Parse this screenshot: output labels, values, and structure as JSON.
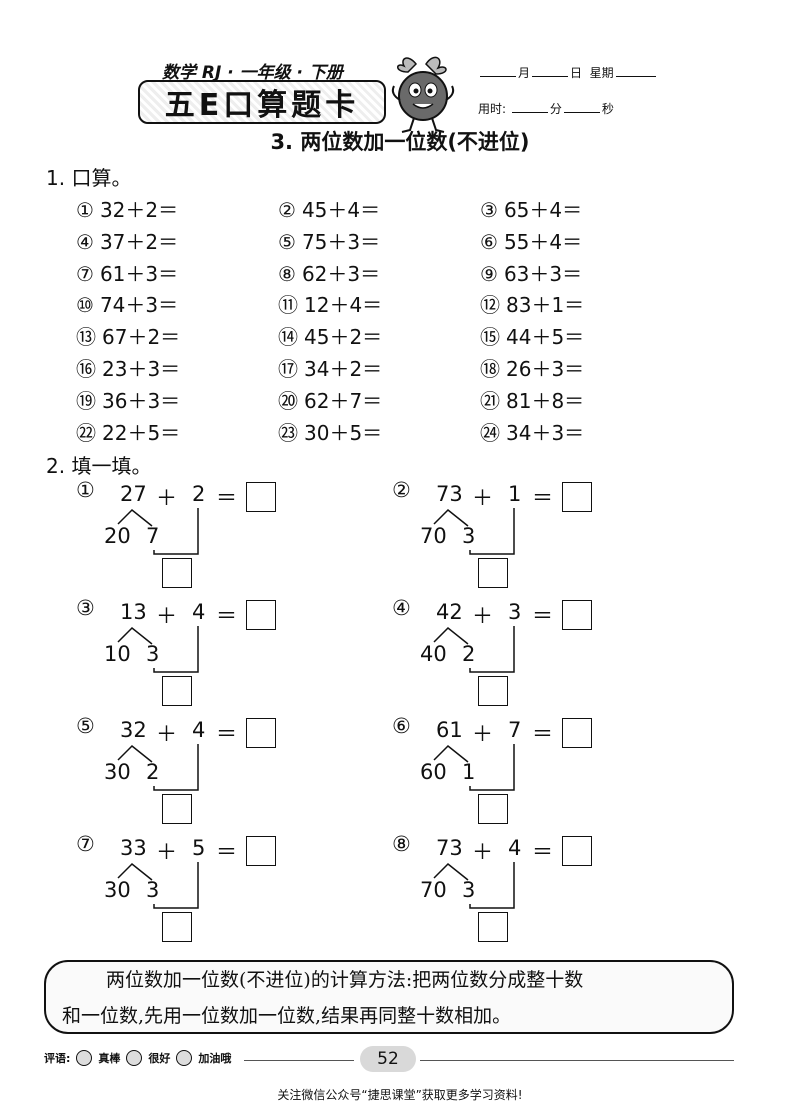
{
  "header": {
    "subtitle": "数学 RJ · 一年级 · 下册",
    "card_title": "五E口算题卡",
    "date_month": "月",
    "date_day": "日",
    "date_week": "星期",
    "time_label": "用时:",
    "time_min": "分",
    "time_sec": "秒",
    "lesson_title": "3. 两位数加一位数(不进位)"
  },
  "section1": {
    "label": "1. 口算。",
    "problems": [
      {
        "n": "①",
        "expr": "32＋2＝"
      },
      {
        "n": "②",
        "expr": "45＋4＝"
      },
      {
        "n": "③",
        "expr": "65＋4＝"
      },
      {
        "n": "④",
        "expr": "37＋2＝"
      },
      {
        "n": "⑤",
        "expr": "75＋3＝"
      },
      {
        "n": "⑥",
        "expr": "55＋4＝"
      },
      {
        "n": "⑦",
        "expr": "61＋3＝"
      },
      {
        "n": "⑧",
        "expr": "62＋3＝"
      },
      {
        "n": "⑨",
        "expr": "63＋3＝"
      },
      {
        "n": "⑩",
        "expr": "74＋3＝"
      },
      {
        "n": "⑪",
        "expr": "12＋4＝"
      },
      {
        "n": "⑫",
        "expr": "83＋1＝"
      },
      {
        "n": "⑬",
        "expr": "67＋2＝"
      },
      {
        "n": "⑭",
        "expr": "45＋2＝"
      },
      {
        "n": "⑮",
        "expr": "44＋5＝"
      },
      {
        "n": "⑯",
        "expr": "23＋3＝"
      },
      {
        "n": "⑰",
        "expr": "34＋2＝"
      },
      {
        "n": "⑱",
        "expr": "26＋3＝"
      },
      {
        "n": "⑲",
        "expr": "36＋3＝"
      },
      {
        "n": "⑳",
        "expr": "62＋7＝"
      },
      {
        "n": "㉑",
        "expr": "81＋8＝"
      },
      {
        "n": "㉒",
        "expr": "22＋5＝"
      },
      {
        "n": "㉓",
        "expr": "30＋5＝"
      },
      {
        "n": "㉔",
        "expr": "34＋3＝"
      }
    ]
  },
  "section2": {
    "label": "2. 填一填。",
    "items": [
      {
        "n": "①",
        "a": "27",
        "b": "2",
        "tens": "20",
        "ones": "7"
      },
      {
        "n": "②",
        "a": "73",
        "b": "1",
        "tens": "70",
        "ones": "3"
      },
      {
        "n": "③",
        "a": "13",
        "b": "4",
        "tens": "10",
        "ones": "3"
      },
      {
        "n": "④",
        "a": "42",
        "b": "3",
        "tens": "40",
        "ones": "2"
      },
      {
        "n": "⑤",
        "a": "32",
        "b": "4",
        "tens": "30",
        "ones": "2"
      },
      {
        "n": "⑥",
        "a": "61",
        "b": "7",
        "tens": "60",
        "ones": "1"
      },
      {
        "n": "⑦",
        "a": "33",
        "b": "5",
        "tens": "30",
        "ones": "3"
      },
      {
        "n": "⑧",
        "a": "73",
        "b": "4",
        "tens": "70",
        "ones": "3"
      }
    ],
    "plus": "＋",
    "equals": "＝"
  },
  "note": {
    "line1": "两位数加一位数(不进位)的计算方法:把两位数分成整十数",
    "line2": "和一位数,先用一位数加一位数,结果再同整十数相加。"
  },
  "footer": {
    "rating_label": "评语:",
    "rating_1": "真棒",
    "rating_2": "很好",
    "rating_3": "加油哦",
    "page_number": "52",
    "bottom_note": "关注微信公众号“捷思课堂”获取更多学习资料!"
  }
}
